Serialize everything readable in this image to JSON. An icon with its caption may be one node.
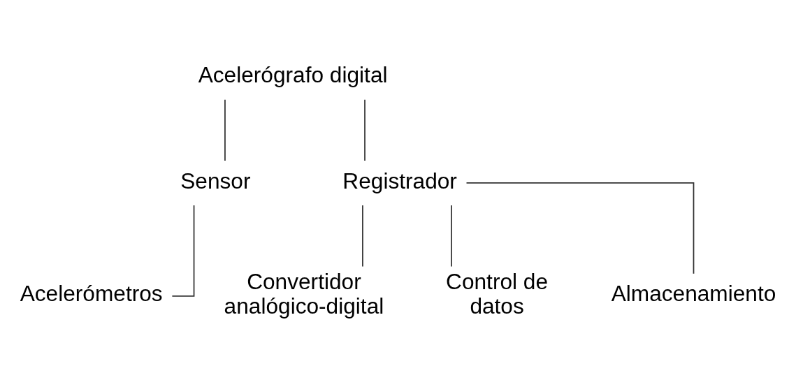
{
  "diagram": {
    "nodes": [
      {
        "text": [
          "Acelerógrafo digital"
        ]
      },
      {
        "text": [
          "Sensor"
        ]
      },
      {
        "text": [
          "Registrador"
        ]
      },
      {
        "text": [
          "Acelerómetros"
        ]
      },
      {
        "text": [
          "Convertidor analógico-digital"
        ]
      },
      {
        "text": [
          "Control de datos"
        ]
      },
      {
        "text": [
          "Almacenamiento"
        ]
      }
    ],
    "edges": [
      {
        "from": 0,
        "to": 1,
        "arrow": "none"
      },
      {
        "from": 0,
        "to": 2,
        "arrow": "none"
      },
      {
        "from": 1,
        "to": 3,
        "arrow": "none"
      },
      {
        "from": 2,
        "to": 4,
        "arrow": "none"
      },
      {
        "from": 2,
        "to": 5,
        "arrow": "none"
      },
      {
        "from": 2,
        "to": 6,
        "arrow": "none"
      }
    ]
  }
}
